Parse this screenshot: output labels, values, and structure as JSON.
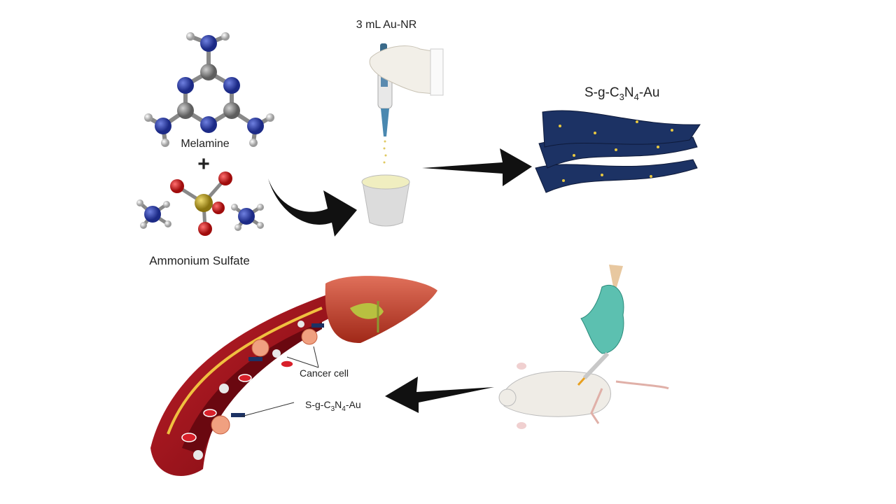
{
  "labels": {
    "pipette_volume": "3 mL Au-NR",
    "melamine": "Melamine",
    "plus": "+",
    "ammonium_sulfate": "Ammonium Sulfate",
    "product_main": {
      "prefix": "S-g-C",
      "sub1": "3",
      "mid": "N",
      "sub2": "4",
      "suffix": "-Au"
    },
    "cancer_cell": "Cancer cell",
    "product_vessel": {
      "prefix": "S-g-C",
      "sub1": "3",
      "mid": "N",
      "sub2": "4",
      "suffix": "-Au"
    }
  },
  "colors": {
    "nitrogen": "#2a3a9e",
    "carbon": "#8a8a8a",
    "hydrogen": "#d8d8d8",
    "oxygen": "#d01818",
    "sulfur": "#b8a020",
    "sheet": "#1c3264",
    "gold_dot": "#e8c840",
    "vessel": "#a5141a",
    "liver": "#c8442c",
    "glove": "#5cc0b0",
    "arrow": "#111111"
  }
}
